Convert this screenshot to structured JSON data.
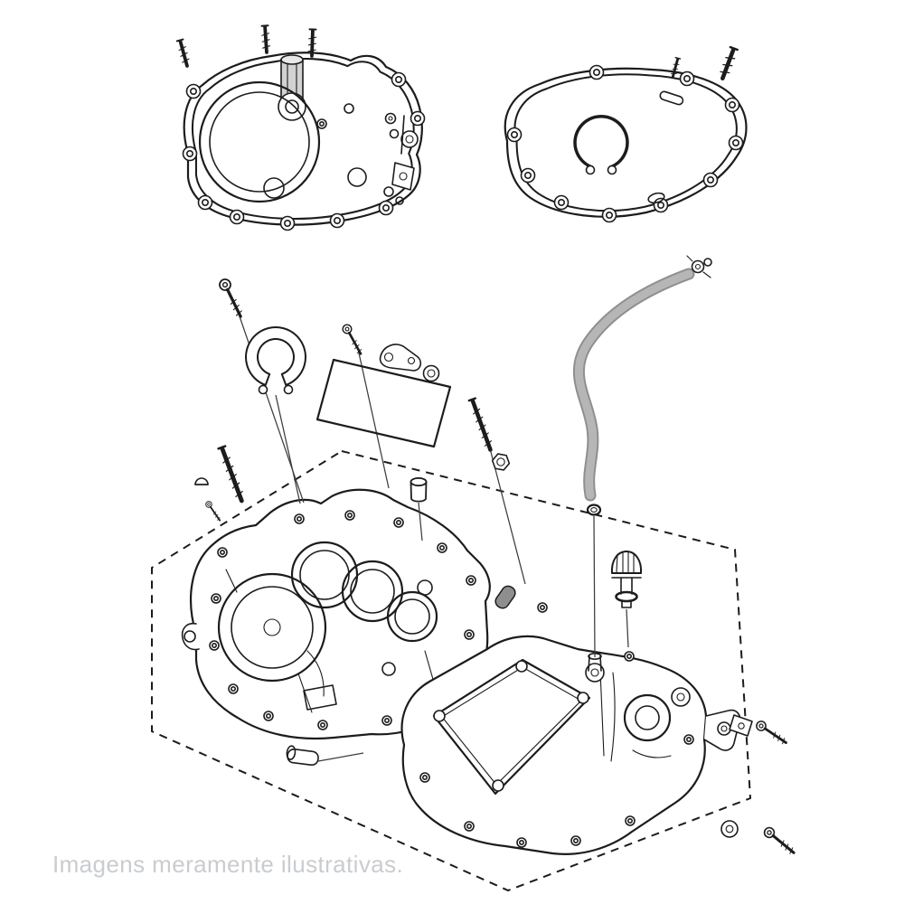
{
  "page": {
    "background_color": "#ffffff",
    "caption": "Imagens meramente ilustrativas."
  },
  "diagram": {
    "type": "exploded-parts-line-illustration",
    "subject": "engine-crankcase-assembly",
    "line_color": "#1c1c1c",
    "leader_line_color": "#3c3c3c",
    "caption_color": "#c9ccd0",
    "highlight": {
      "part": "breather-hose",
      "outline_color": "#8f8f8f",
      "fill_color": "#b6b6b6"
    },
    "parts": [
      "left-crankcase-cover-gasket",
      "right-crankcase-cover-gasket",
      "breather-hose",
      "hose-clamp",
      "o-ring",
      "hose-fitting",
      "retainer-clip",
      "shift-bracket",
      "gasket-plate",
      "stud-bolt",
      "hex-bolt",
      "hex-nut",
      "dowel-pin",
      "oil-filler-plug",
      "sealing-washer",
      "flange-bolt",
      "crankcase-left-half",
      "crankcase-right-half",
      "assembly-boundary-dashed"
    ]
  }
}
